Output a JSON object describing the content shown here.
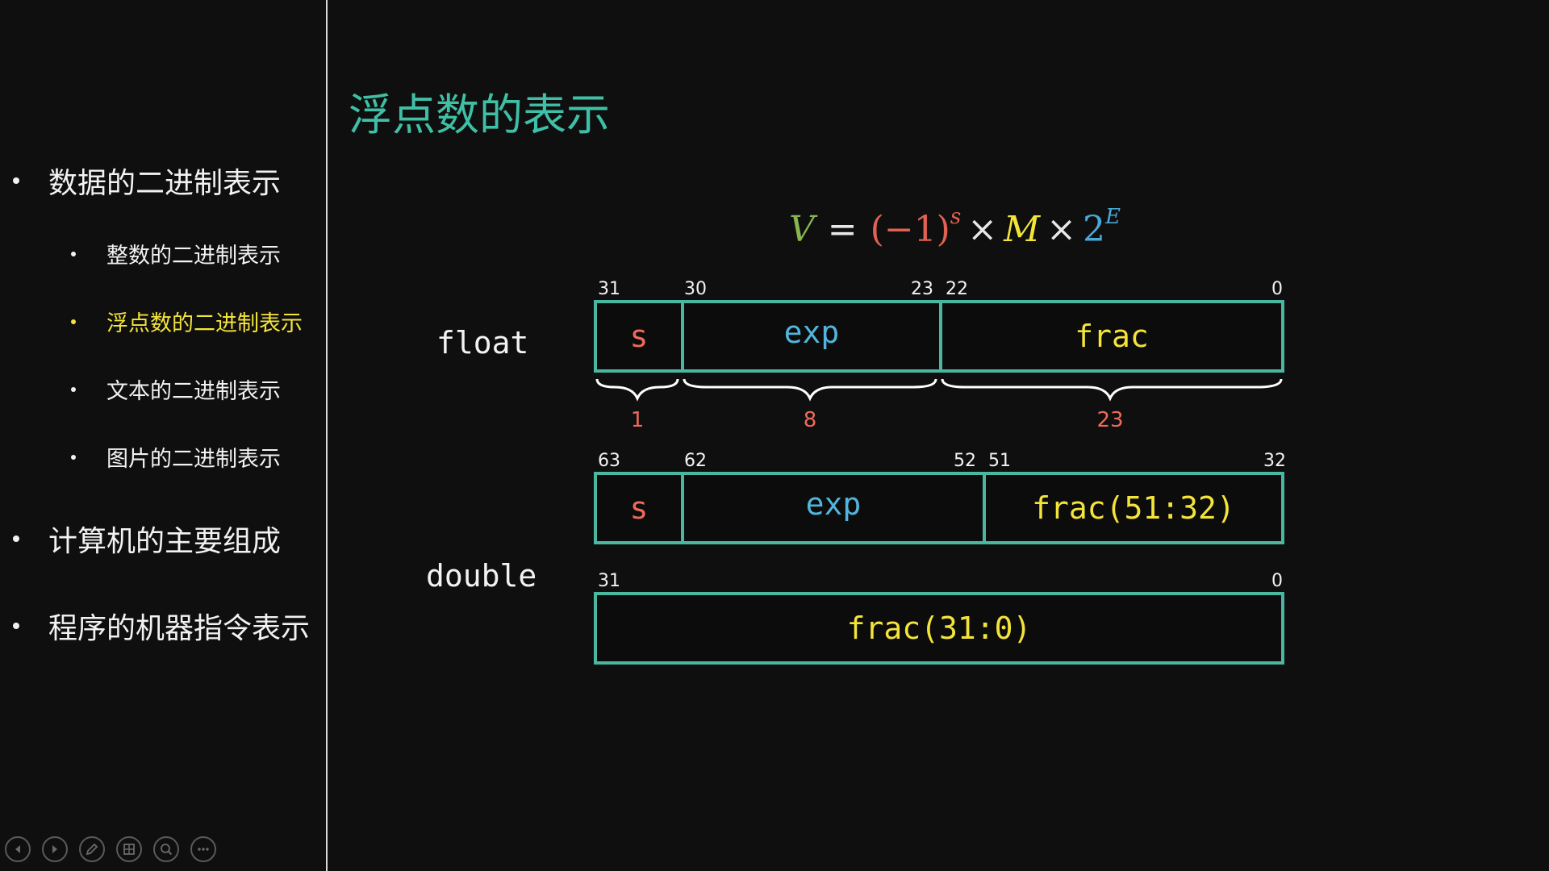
{
  "sidebar": {
    "items": [
      {
        "label": "数据的二进制表示",
        "level": 1,
        "active": false
      },
      {
        "label": "整数的二进制表示",
        "level": 2,
        "active": false
      },
      {
        "label": "浮点数的二进制表示",
        "level": 2,
        "active": true
      },
      {
        "label": "文本的二进制表示",
        "level": 2,
        "active": false
      },
      {
        "label": "图片的二进制表示",
        "level": 2,
        "active": false
      },
      {
        "label": "计算机的主要组成",
        "level": 1,
        "active": false
      },
      {
        "label": "程序的机器指令表示",
        "level": 1,
        "active": false
      }
    ],
    "active_color": "#f4e43a"
  },
  "controls": [
    "prev-icon",
    "next-icon",
    "pen-icon",
    "slides-icon",
    "zoom-icon",
    "more-icon"
  ],
  "slide": {
    "title": "浮点数的表示",
    "formula": {
      "v": "V",
      "eq": "=",
      "neg": "(−1)",
      "s_sup": "s",
      "times": "×",
      "m": "M",
      "two": "2",
      "e_sup": "E"
    },
    "float": {
      "label": "float",
      "bit_numbers": {
        "b31": "31",
        "b30": "30",
        "b23": "23",
        "b22": "22",
        "b0": "0"
      },
      "fields": {
        "s": "s",
        "exp": "exp",
        "frac": "frac"
      },
      "widths": {
        "s": "1",
        "exp": "8",
        "frac": "23"
      }
    },
    "double": {
      "label": "double",
      "bit_numbers_high": {
        "b63": "63",
        "b62": "62",
        "b52": "52",
        "b51": "51",
        "b32": "32"
      },
      "fields_high": {
        "s": "s",
        "exp": "exp",
        "frac": "frac(51:32)"
      },
      "bit_numbers_low": {
        "b31": "31",
        "b0": "0"
      },
      "fields_low": {
        "frac": "frac(31:0)"
      }
    },
    "colors": {
      "title": "#3fc0a6",
      "border": "#4ab8a0",
      "sign": "#ef6a5a",
      "exp": "#52b5dd",
      "frac": "#f4e43a"
    }
  }
}
